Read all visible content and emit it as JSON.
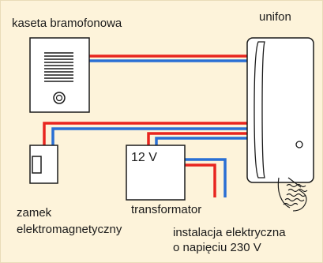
{
  "labels": {
    "kaseta": "kaseta bramofonowa",
    "unifon": "unifon",
    "zamek_line1": "zamek",
    "zamek_line2": "elektromagnetyczny",
    "transformator": "transformator",
    "transformer_voltage": "12 V",
    "instalacja_line1": "instalacja elektryczna",
    "instalacja_line2": "o napięciu 230 V"
  },
  "colors": {
    "background": "#fdf3da",
    "wire_red": "#e8251f",
    "wire_blue": "#2a6fd4",
    "device_fill": "#ffffff",
    "outline": "#1a1a1a"
  }
}
